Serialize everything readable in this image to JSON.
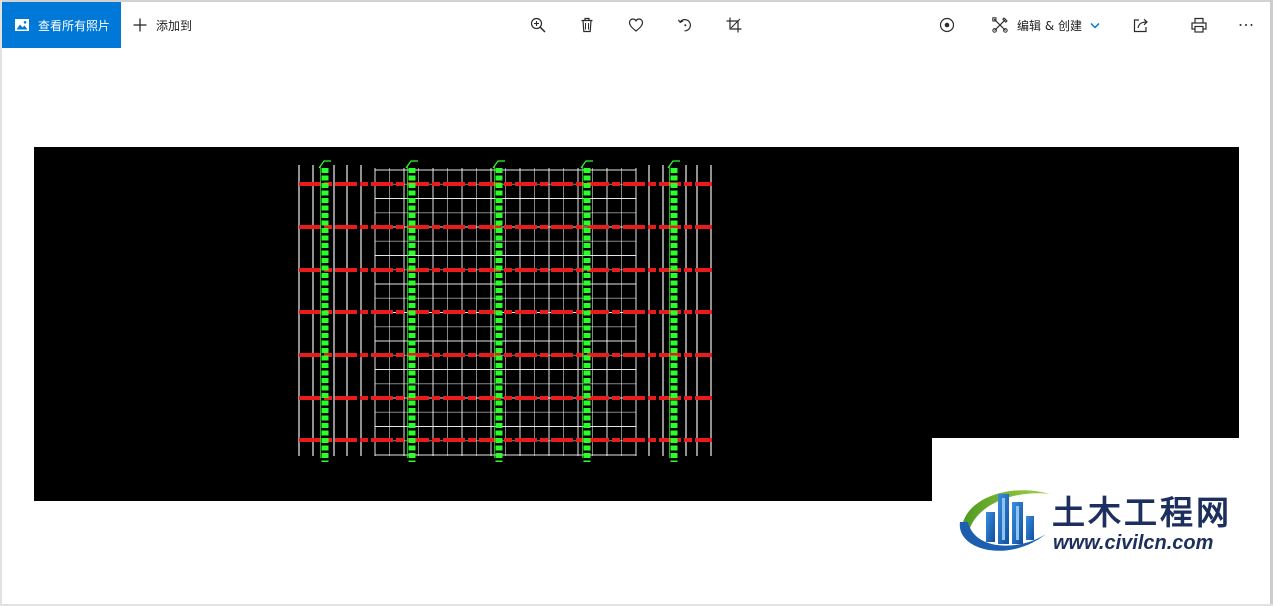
{
  "toolbar": {
    "view_all": {
      "label": "查看所有照片",
      "icon": "image-icon"
    },
    "add_to": {
      "label": "添加到",
      "icon": "plus-icon"
    },
    "center_actions": [
      {
        "icon": "zoom-in-icon"
      },
      {
        "icon": "trash-icon"
      },
      {
        "icon": "heart-icon"
      },
      {
        "icon": "rotate-icon"
      },
      {
        "icon": "crop-icon"
      }
    ],
    "edit_create": {
      "label": "编辑 & 创建",
      "icon": "edit-tools-icon",
      "dropdown_icon": "chevron-down-icon"
    },
    "right_actions": [
      {
        "icon": "circle-dot-icon"
      },
      {
        "icon": "share-icon"
      },
      {
        "icon": "print-icon"
      },
      {
        "icon": "more-icon"
      }
    ]
  },
  "watermark": {
    "brand": "土木工程网",
    "url": "www.civilcn.com"
  },
  "colors": {
    "accent": "#0078d7",
    "icon": "#2b2b2b",
    "photo_background": "#000000",
    "cad_white": "#f2f2f2",
    "cad_red": "#e81c1c",
    "cad_green": "#2bff2b",
    "watermark_text": "#1c2f5e",
    "logo_green": "#7cb82f",
    "logo_blue": "#1766b5"
  }
}
